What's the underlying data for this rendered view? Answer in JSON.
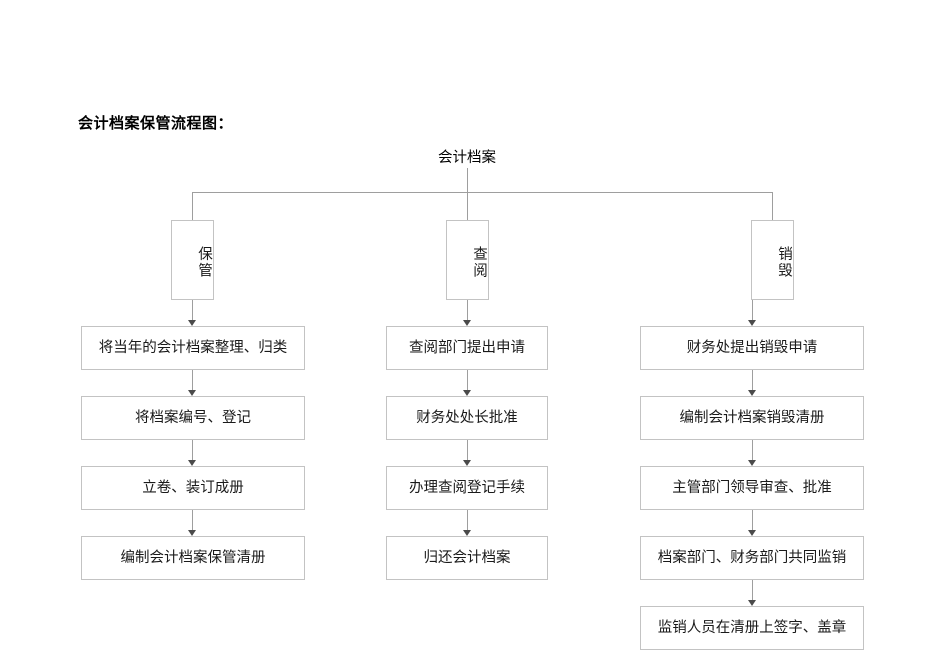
{
  "document": {
    "title": "会计档案保管流程图："
  },
  "flowchart": {
    "type": "flowchart",
    "root": {
      "label": "会计档案"
    },
    "branches": [
      {
        "id": "baoguan",
        "label": "保管",
        "steps": [
          "将当年的会计档案整理、归类",
          "将档案编号、登记",
          "立卷、装订成册",
          "编制会计档案保管清册"
        ]
      },
      {
        "id": "chayue",
        "label": "查阅",
        "steps": [
          "查阅部门提出申请",
          "财务处处长批准",
          "办理查阅登记手续",
          "归还会计档案"
        ]
      },
      {
        "id": "xiaohui",
        "label": "销毁",
        "steps": [
          "财务处提出销毁申请",
          "编制会计档案销毁清册",
          "主管部门领导审查、批准",
          "档案部门、财务部门共同监销",
          "监销人员在清册上签字、盖章"
        ]
      }
    ],
    "colors": {
      "box_border": "#c3c3c3",
      "connector": "#9e9e9e",
      "arrow": "#4a4a4a",
      "text": "#1a1a1a",
      "background": "#ffffff"
    }
  }
}
